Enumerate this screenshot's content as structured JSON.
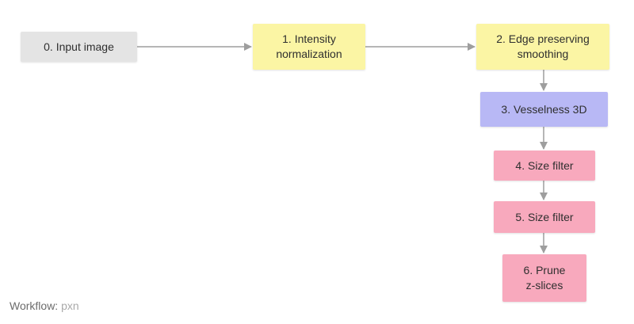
{
  "colors": {
    "input": "#e4e4e4",
    "preprocess": "#fbf5a4",
    "vesselness": "#b8b8f5",
    "filter": "#f8a9bd",
    "edge": "#9e9e9e"
  },
  "nodes": [
    {
      "id": "n0",
      "label": "0. Input image",
      "color": "input"
    },
    {
      "id": "n1",
      "label": "1. Intensity\nnormalization",
      "color": "preprocess"
    },
    {
      "id": "n2",
      "label": "2. Edge preserving\nsmoothing",
      "color": "preprocess"
    },
    {
      "id": "n3",
      "label": "3. Vesselness 3D",
      "color": "vesselness"
    },
    {
      "id": "n4",
      "label": "4. Size filter",
      "color": "filter"
    },
    {
      "id": "n5",
      "label": "5. Size filter",
      "color": "filter"
    },
    {
      "id": "n6",
      "label": "6. Prune\nz-slices",
      "color": "filter"
    }
  ],
  "edges": [
    {
      "from": "n0",
      "to": "n1"
    },
    {
      "from": "n1",
      "to": "n2"
    },
    {
      "from": "n2",
      "to": "n3"
    },
    {
      "from": "n3",
      "to": "n4"
    },
    {
      "from": "n4",
      "to": "n5"
    },
    {
      "from": "n5",
      "to": "n6"
    }
  ],
  "footer": {
    "label": "Workflow:",
    "value": "pxn"
  }
}
